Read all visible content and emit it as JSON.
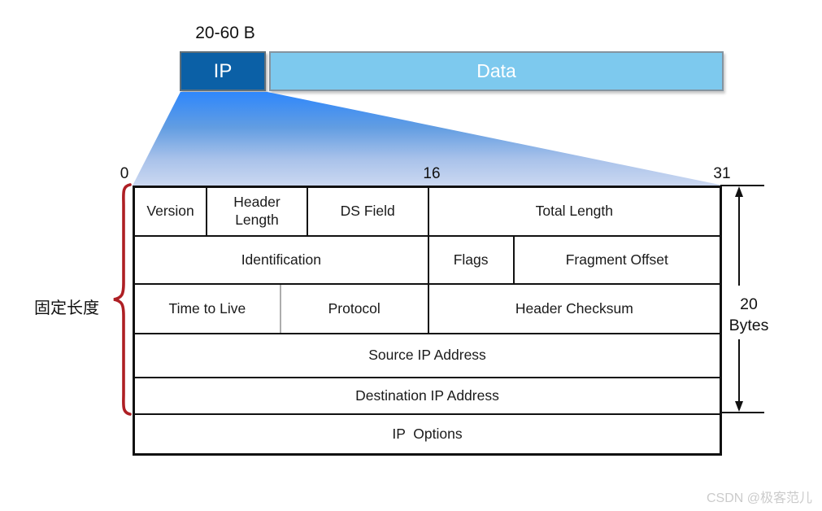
{
  "top_bar": {
    "size_label": "20-60 B",
    "ip_label": "IP",
    "data_label": "Data"
  },
  "ruler": {
    "tick_0": "0",
    "tick_16": "16",
    "tick_31": "31"
  },
  "header_table": {
    "rows": [
      {
        "cells": [
          {
            "label": "Version"
          },
          {
            "label": "Header Length"
          },
          {
            "label": "DS Field"
          },
          {
            "label": "Total Length"
          }
        ]
      },
      {
        "cells": [
          {
            "label": "Identification"
          },
          {
            "label": "Flags"
          },
          {
            "label": "Fragment Offset"
          }
        ]
      },
      {
        "cells": [
          {
            "label": "Time to Live"
          },
          {
            "label": "Protocol"
          },
          {
            "label": "Header Checksum"
          }
        ]
      },
      {
        "cells": [
          {
            "label": "Source IP Address"
          }
        ]
      },
      {
        "cells": [
          {
            "label": "Destination IP Address"
          }
        ]
      },
      {
        "cells": [
          {
            "label": "IP  Options"
          }
        ]
      }
    ]
  },
  "annotations": {
    "fixed_length_label": "固定长度",
    "bytes_value": "20",
    "bytes_unit": "Bytes"
  },
  "watermark": "CSDN @极客范儿",
  "colors": {
    "ip_box": "#0b60a6",
    "data_box": "#7dc9ee",
    "funnel_top": "#2e87fc",
    "funnel_bottom": "#cbd8f1",
    "brace": "#ae1f24",
    "table_border": "#111111",
    "watermark": "#cbcbcb"
  }
}
